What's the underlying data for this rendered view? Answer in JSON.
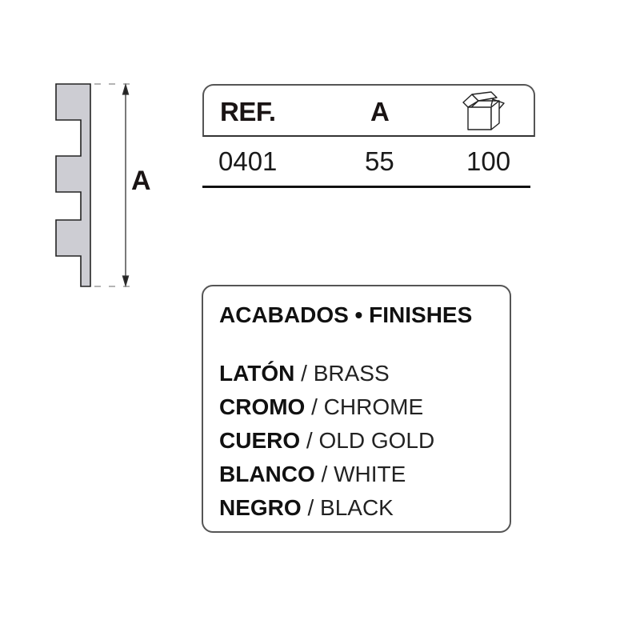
{
  "profile": {
    "dimension_label": "A",
    "fill_color": "#cdcdd3",
    "stroke_color": "#222222"
  },
  "ref_table": {
    "headers": {
      "ref": "REF.",
      "a": "A",
      "box_icon": "box-icon"
    },
    "rows": [
      {
        "ref": "0401",
        "a": "55",
        "box_qty": "100"
      }
    ]
  },
  "finishes": {
    "title": "ACABADOS • FINISHES",
    "items": [
      {
        "es": "LATÓN",
        "sep": " / ",
        "en": "BRASS"
      },
      {
        "es": "CROMO",
        "sep": " / ",
        "en": "CHROME"
      },
      {
        "es": "CUERO",
        "sep": " / ",
        "en": "OLD GOLD"
      },
      {
        "es": "BLANCO",
        "sep": " / ",
        "en": "WHITE"
      },
      {
        "es": "NEGRO",
        "sep": " / ",
        "en": "BLACK"
      }
    ]
  }
}
